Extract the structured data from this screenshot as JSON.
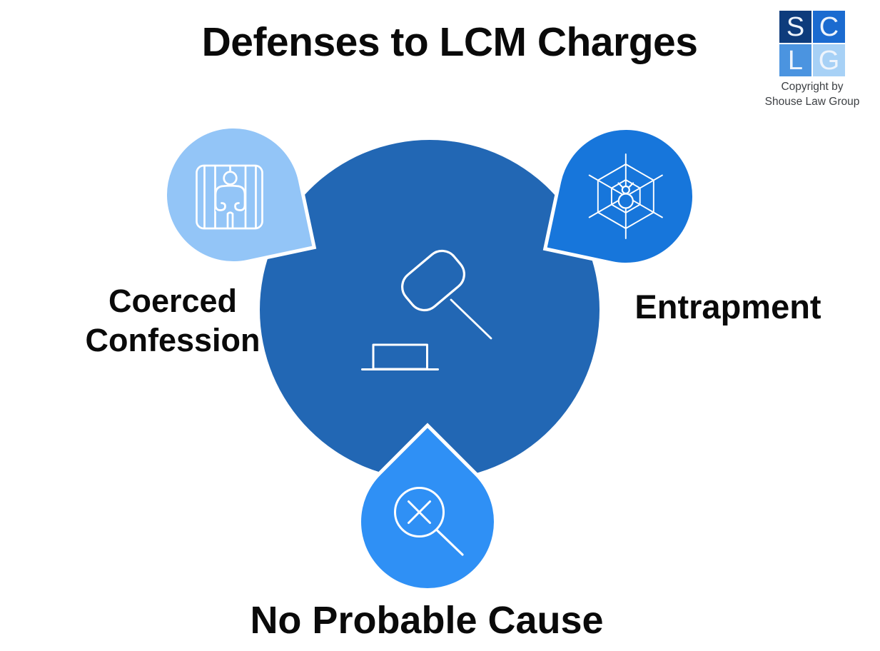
{
  "title": "Defenses to LCM Charges",
  "background_color": "#ffffff",
  "logo": {
    "letters": {
      "tl": "S",
      "tr": "C",
      "bl": "L",
      "br": "G"
    },
    "square_colors": {
      "tl": "#0e3c7c",
      "tr": "#1b6bd0",
      "bl": "#4b94e0",
      "br": "#a7d1f6"
    },
    "copyright": {
      "line1": "Copyright by",
      "line2": "Shouse Law Group"
    }
  },
  "diagram": {
    "center_circle": {
      "icon": "gavel-icon",
      "color": "#2267b4"
    },
    "icon_stroke_color": "#ffffff",
    "nodes": [
      {
        "id": "coerced-confession",
        "label": "Coerced Confession",
        "lines": [
          "Coerced",
          "Confession"
        ],
        "icon": "jail-icon",
        "bubble_color": "#93c5f7",
        "position": "top-left"
      },
      {
        "id": "entrapment",
        "label": "Entrapment",
        "lines": [
          "Entrapment"
        ],
        "icon": "spider-web-icon",
        "bubble_color": "#1776db",
        "position": "top-right"
      },
      {
        "id": "no-probable-cause",
        "label": "No Probable Cause",
        "lines": [
          "No Probable Cause"
        ],
        "icon": "magnifier-x-icon",
        "bubble_color": "#2f90f5",
        "position": "bottom"
      }
    ]
  }
}
